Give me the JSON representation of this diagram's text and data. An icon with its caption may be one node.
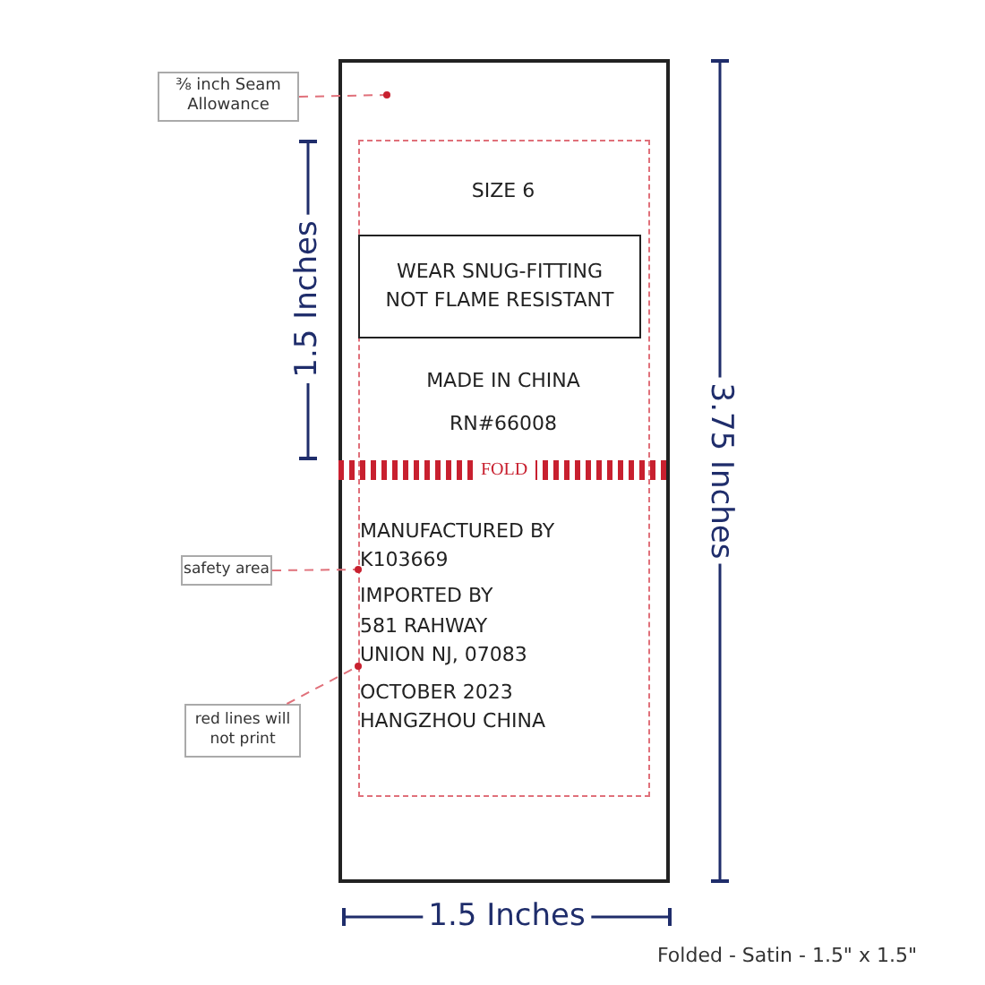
{
  "diagram": {
    "nodes": [
      {
        "text": [],
        "shape": "box"
      },
      {
        "text": [],
        "shape": "box",
        "in": 0
      },
      {
        "text": [
          "WEAR SNUG-FITTING NOT FLAME RESISTANT"
        ],
        "in": 1
      },
      {
        "text": [
          "FOLD"
        ],
        "in": 0
      },
      {
        "text": [
          "⅜ inch Seam Allowance"
        ]
      },
      {
        "text": [
          "safety area"
        ]
      },
      {
        "text": [
          "red lines will not print"
        ]
      }
    ],
    "edges": [
      {
        "from": 4,
        "to": 0,
        "arrow": "other",
        "style": "dashed"
      },
      {
        "from": 5,
        "to": 1,
        "arrow": "other",
        "style": "dashed"
      },
      {
        "from": 6,
        "to": 1,
        "arrow": "other",
        "style": "dashed"
      }
    ],
    "labels": [
      "SIZE 6",
      "MADE IN CHINA",
      "RN#66008",
      "MANUFACTURED BY",
      "K103669",
      "IMPORTED BY",
      "581 RAHWAY",
      "UNION NJ, 07083",
      "OCTOBER 2023",
      "HANGZHOU CHINA",
      "1.5 Inches",
      "3.75 Inches",
      "1.5 Inches",
      "Folded - Satin - 1.5\" x 1.5\""
    ]
  }
}
